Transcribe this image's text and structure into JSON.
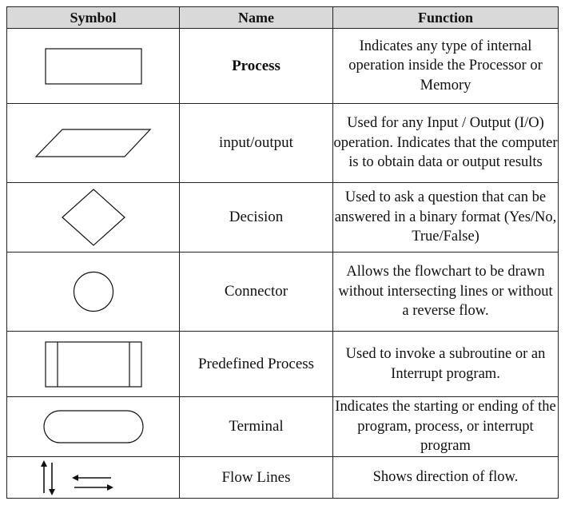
{
  "headers": {
    "symbol": "Symbol",
    "name": "Name",
    "function": "Function"
  },
  "rows": [
    {
      "symbol_icon": "rectangle-icon",
      "name": "Process",
      "function": "Indicates any type of internal operation inside the Processor or Memory"
    },
    {
      "symbol_icon": "parallelogram-icon",
      "name": "input/output",
      "function": "Used for any Input / Output (I/O) operation. Indicates that the computer is to obtain data or output results"
    },
    {
      "symbol_icon": "diamond-icon",
      "name": "Decision",
      "function": "Used to ask a question that can be answered in a binary format (Yes/No, True/False)"
    },
    {
      "symbol_icon": "circle-icon",
      "name": "Connector",
      "function": "Allows the flowchart to be drawn without intersecting lines or without a reverse flow."
    },
    {
      "symbol_icon": "predefined-process-icon",
      "name": "Predefined Process",
      "function": "Used to invoke a subroutine or an Interrupt program."
    },
    {
      "symbol_icon": "terminal-icon",
      "name": "Terminal",
      "function": "Indicates the starting or ending of the program, process, or interrupt program"
    },
    {
      "symbol_icon": "flow-arrows-icon",
      "name": "Flow Lines",
      "function": "Shows direction of flow."
    }
  ]
}
